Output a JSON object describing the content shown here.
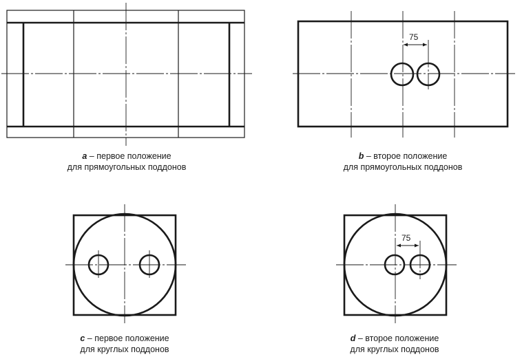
{
  "panels": [
    {
      "letter": "a",
      "line1": "– первое положение",
      "line2": "для прямоугольных поддонов"
    },
    {
      "letter": "b",
      "line1": "– второе положение",
      "line2": "для прямоугольных поддонов"
    },
    {
      "letter": "c",
      "line1": "– первое положение",
      "line2": "для круглых поддонов"
    },
    {
      "letter": "d",
      "line1": "– второе положение",
      "line2": "для круглых поддонов"
    }
  ],
  "dimension_label": "75"
}
